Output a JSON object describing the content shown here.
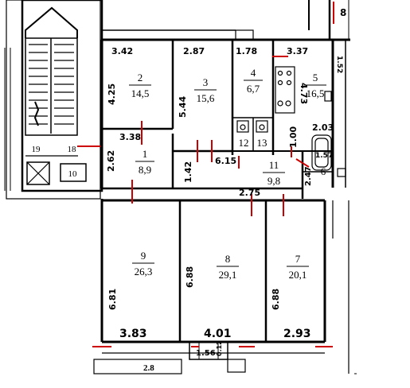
{
  "rooms": [
    {
      "number": "1",
      "area": "8,9"
    },
    {
      "number": "2",
      "area": "14,5"
    },
    {
      "number": "3",
      "area": "15,6"
    },
    {
      "number": "4",
      "area": "6,7"
    },
    {
      "number": "5",
      "area": "16,5"
    },
    {
      "number": "6",
      "area": ""
    },
    {
      "number": "7",
      "area": "20,1"
    },
    {
      "number": "8",
      "area": "29,1"
    },
    {
      "number": "9",
      "area": "26,3"
    },
    {
      "number": "10",
      "area": ""
    },
    {
      "number": "11",
      "area": "9,8"
    },
    {
      "number": "12",
      "area": ""
    },
    {
      "number": "13",
      "area": ""
    },
    {
      "number": "18",
      "area": ""
    },
    {
      "number": "19",
      "area": ""
    }
  ],
  "dimensions": [
    "3.42",
    "2.87",
    "1.78",
    "3.37",
    "4.25",
    "5.44",
    "4.73",
    "3.38",
    "2.62",
    "1.42",
    "6.15",
    "1.00",
    "2.03",
    "1.57",
    "2.47",
    "2.75",
    "6.81",
    "6.88",
    "6.88",
    "3.83",
    "4.01",
    "2.93",
    "1.56",
    "2.8",
    "8",
    "1.52",
    "0.12"
  ]
}
